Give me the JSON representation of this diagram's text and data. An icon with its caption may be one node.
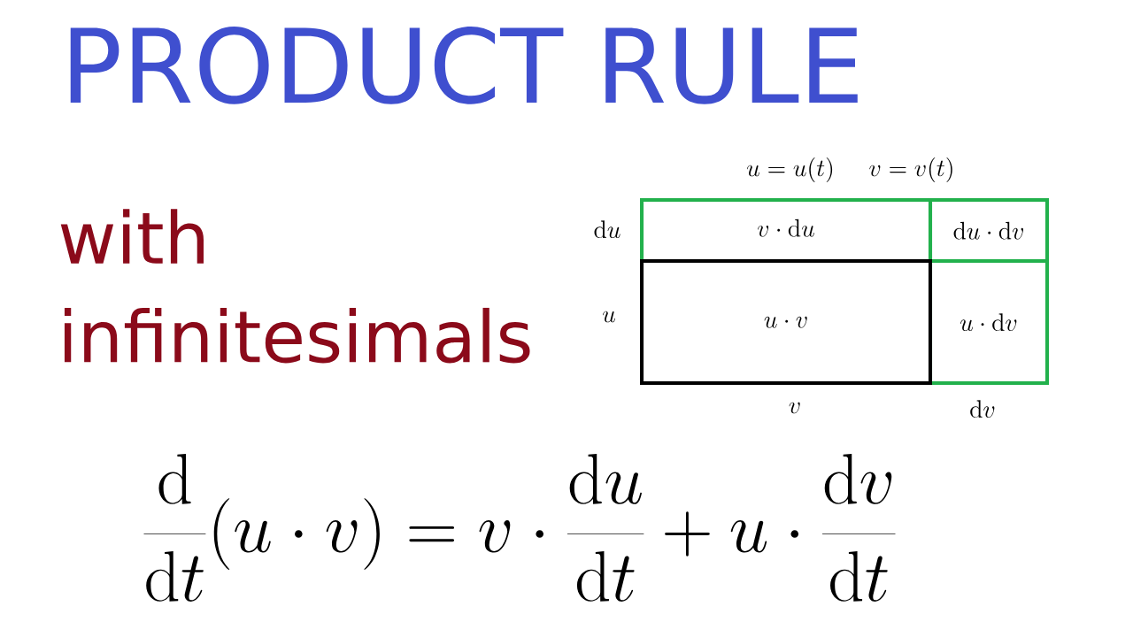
{
  "diagram": {
    "title": "PRODUCT RULE",
    "nodes": [
      {
        "text": [
          "v \\cdot \\mathrm{d}u"
        ]
      },
      {
        "text": [
          "\\mathrm{d}u \\cdot \\mathrm{d}v"
        ]
      },
      {
        "text": [
          "u \\cdot v"
        ]
      },
      {
        "text": [
          "u \\cdot \\mathrm{d}v"
        ]
      }
    ],
    "labels": [
      "with infinitesimals",
      "u = u(t)",
      "v = v(t)",
      "\\mathrm{d}u",
      "u",
      "v",
      "\\mathrm{d}v",
      "\\frac{\\mathrm{d}}{\\mathrm{d}t}(u \\cdot v) = v \\cdot \\frac{\\mathrm{d}u}{\\mathrm{d}t} + u \\cdot \\frac{\\mathrm{d}v}{\\mathrm{d}t}"
    ]
  }
}
